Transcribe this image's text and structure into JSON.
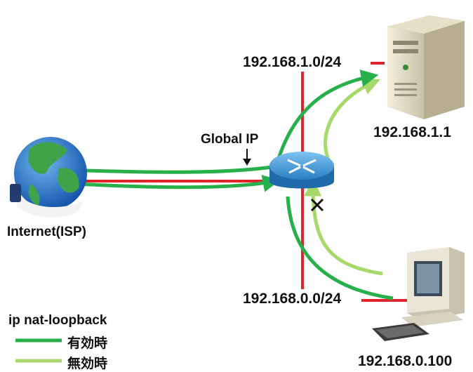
{
  "labels": {
    "subnet_server": "192.168.1.0/24",
    "server_ip": "192.168.1.1",
    "global_ip": "Global IP",
    "internet": "Internet(ISP)",
    "subnet_client": "192.168.0.0/24",
    "client_ip": "192.168.0.100"
  },
  "legend": {
    "title": "ip nat-loopback",
    "items": [
      {
        "label": "有効時",
        "color": "#27b04a"
      },
      {
        "label": "無効時",
        "color": "#a6d96a"
      }
    ]
  },
  "colors": {
    "enabled_path": "#27b04a",
    "disabled_path": "#a6d96a",
    "network_line": "#e0242b",
    "router": "#2f86c6"
  },
  "icons": [
    "globe-icon",
    "router-icon",
    "server-icon",
    "desktop-pc-icon",
    "blocked-x-icon",
    "down-arrow-icon"
  ]
}
